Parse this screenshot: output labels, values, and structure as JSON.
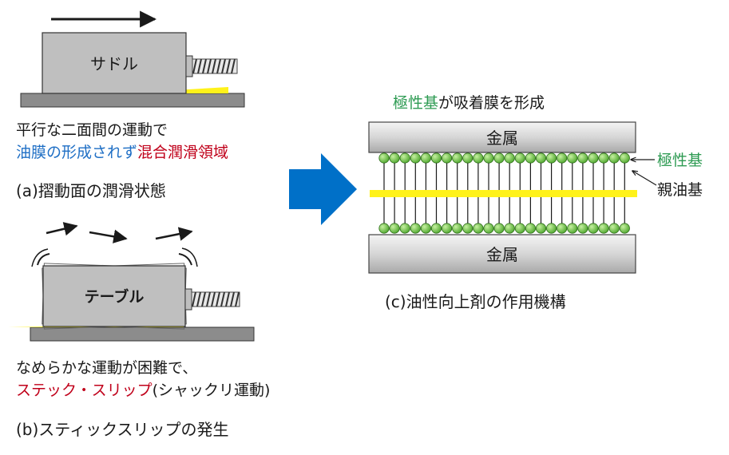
{
  "colors": {
    "black": "#1a1a1a",
    "blue": "#1f6fc5",
    "red": "#c0001a",
    "green": "#2e9b53",
    "yellow": "#fff21a",
    "block_gray": "#bfbfbf",
    "base_gray": "#8c8c8c",
    "arrow_blue": "#0070c8",
    "ball_green": "#7cc84a"
  },
  "panel_a": {
    "block_label": "サドル",
    "line1": "平行な二面間の運動で",
    "line2_blue": "油膜の形成されず",
    "line2_red": "混合潤滑領域",
    "caption": "(a)摺動面の潤滑状態"
  },
  "panel_b": {
    "block_label": "テーブル",
    "line1": "なめらかな運動が困難で、",
    "line2_red": "ステック・スリップ",
    "line2_black": "(シャックリ運動)",
    "caption": "(b)スティックスリップの発生"
  },
  "panel_c": {
    "title_green": "極性基",
    "title_black": "が吸着膜を形成",
    "metal_top": "金属",
    "metal_bottom": "金属",
    "label_polar": "極性基",
    "label_oleophilic": "親油基",
    "caption": "(c)油性向上剤の作用機構"
  }
}
